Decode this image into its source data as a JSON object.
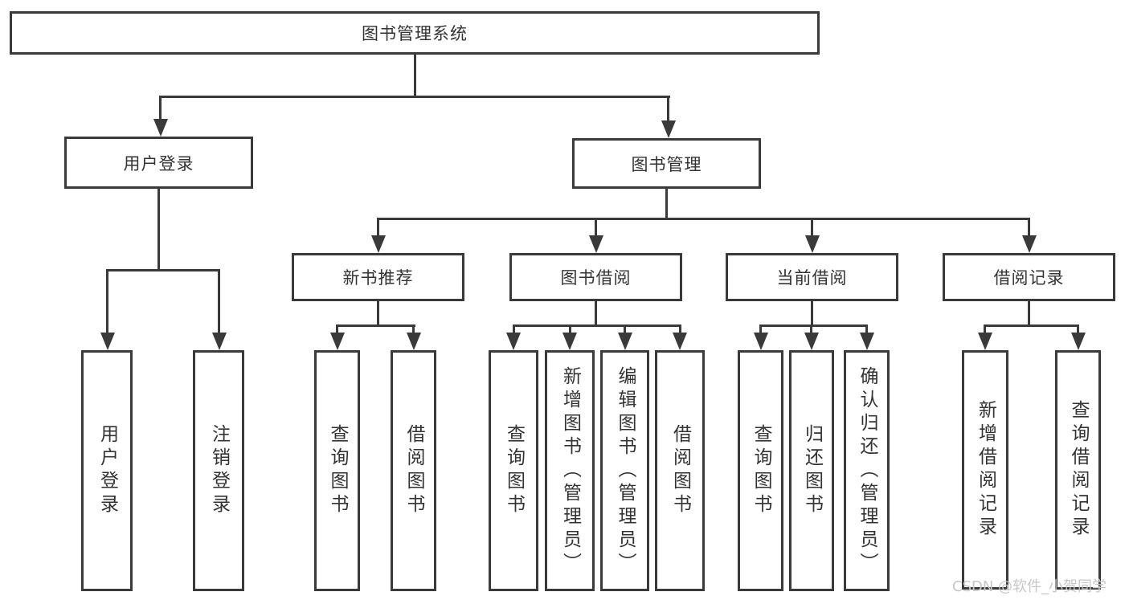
{
  "diagram": {
    "root": "图书管理系统",
    "level2": {
      "user_login": "用户登录",
      "book_management": "图书管理"
    },
    "user_login_children": {
      "login": "用户登录",
      "logout": "注销登录"
    },
    "book_management_children": {
      "new_books": "新书推荐",
      "borrowing": "图书借阅",
      "current": "当前借阅",
      "records": "借阅记录"
    },
    "new_books_children": {
      "query_books": "查询图书",
      "borrow_books": "借阅图书"
    },
    "borrowing_children": {
      "query_books": "查询图书",
      "add_books": "新增图书（管理员）",
      "edit_books": "编辑图书（管理员）",
      "borrow_books": "借阅图书"
    },
    "current_children": {
      "query_books": "查询图书",
      "return_books": "归还图书",
      "confirm_return": "确认归还（管理员）"
    },
    "records_children": {
      "add_record": "新增借阅记录",
      "query_record": "查询借阅记录"
    }
  },
  "watermark": "CSDN @软件_小贺同学"
}
